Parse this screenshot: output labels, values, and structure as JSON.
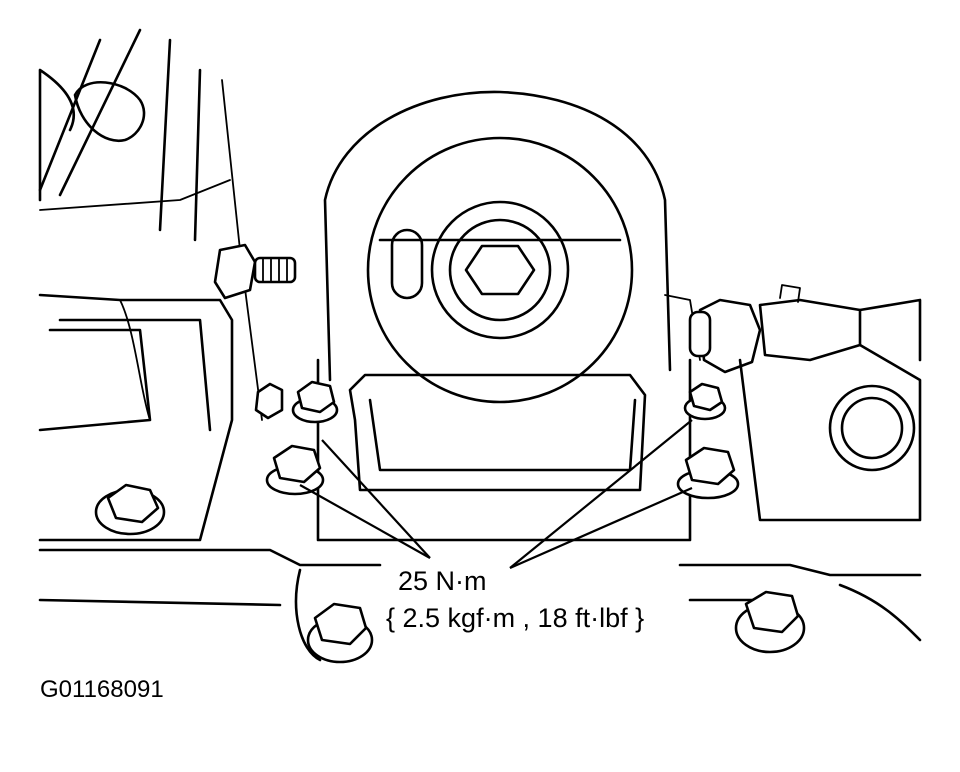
{
  "callout": {
    "torque_value": "25 N·m",
    "torque_conversion": "{ 2.5 kgf·m , 18 ft·lbf }"
  },
  "figure_id": "G01168091"
}
